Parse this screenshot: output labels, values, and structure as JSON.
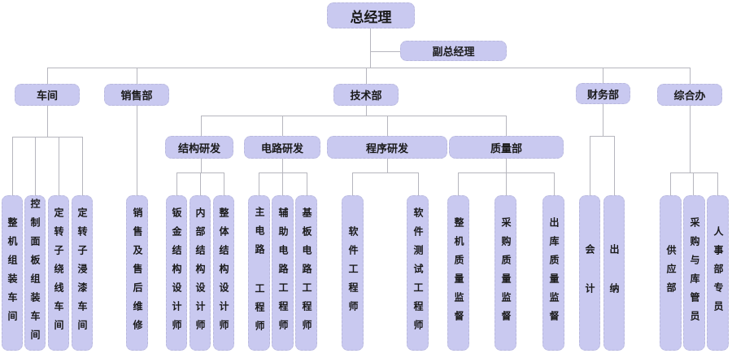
{
  "tree": {
    "root": {
      "label": "总经理"
    },
    "deputy": {
      "label": "副总经理"
    },
    "departments": [
      {
        "label": "车间",
        "children": [
          "整机组装车间",
          "控制面板组装车间",
          "定转子绕线车间",
          "定转子浸漆车间"
        ]
      },
      {
        "label": "销售部",
        "children": [
          "销售及售后维修"
        ]
      },
      {
        "label": "技术部",
        "subdepartments": [
          {
            "label": "结构研发",
            "children": [
              "钣金结构设计师",
              "内部结构设计师",
              "整体结构设计师"
            ]
          },
          {
            "label": "电路研发",
            "children": [
              "主电路 工程师",
              "辅助电路工程师",
              "基板电路工程师"
            ]
          },
          {
            "label": "程序研发",
            "children": [
              "软件工程师",
              "软件测试工程师"
            ]
          },
          {
            "label": "质量部",
            "children": [
              "整机质量监督",
              "采购质量监督",
              "出库质量监督"
            ]
          }
        ]
      },
      {
        "label": "财务部",
        "children": [
          "会 计",
          "出 纳"
        ]
      },
      {
        "label": "综合办",
        "children": [
          "供应部",
          "采购与库管员",
          "人事部专员"
        ]
      }
    ],
    "colors": {
      "node_fill": "#c9c9f0",
      "node_border": "#b9b9dd",
      "connector_line": "#b6b6be",
      "text": "#1a1a1a",
      "background": "#ffffff"
    }
  }
}
